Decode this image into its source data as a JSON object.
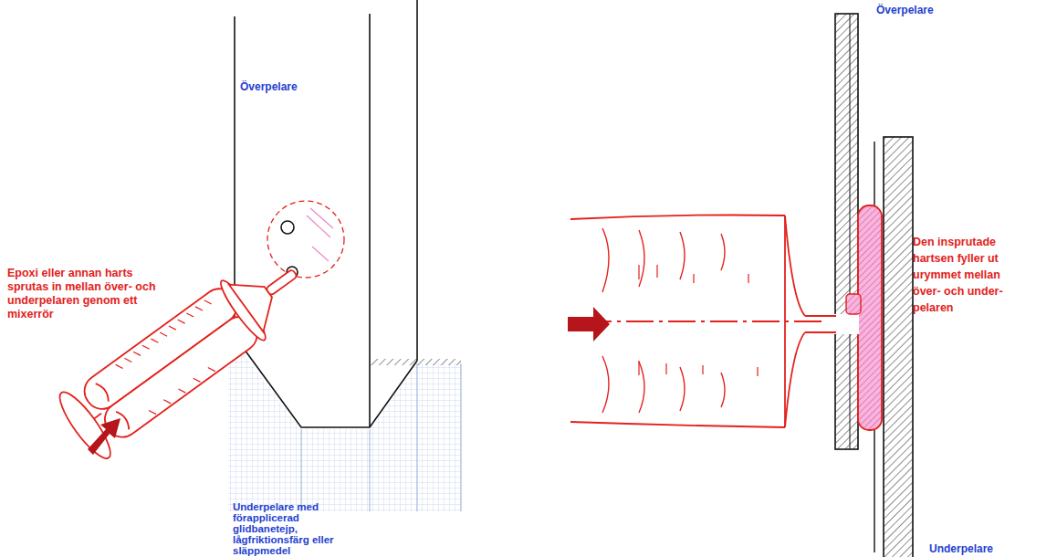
{
  "diagram": {
    "nodes": [
      {
        "text": [
          "Överpelare"
        ]
      },
      {
        "text": [
          "Underpelare med förapplicerad glidbanetejp, lågfriktionsfärg eller släppmedel"
        ]
      }
    ],
    "labels": [
      "Epoxi eller annan harts sprutas in mellan över- och underpelaren genom ett mixerrör",
      "Överpelare",
      "Den insprutade hartsen fyller ut urymmet mellan över- och under- pelaren",
      "Underpelare"
    ]
  }
}
